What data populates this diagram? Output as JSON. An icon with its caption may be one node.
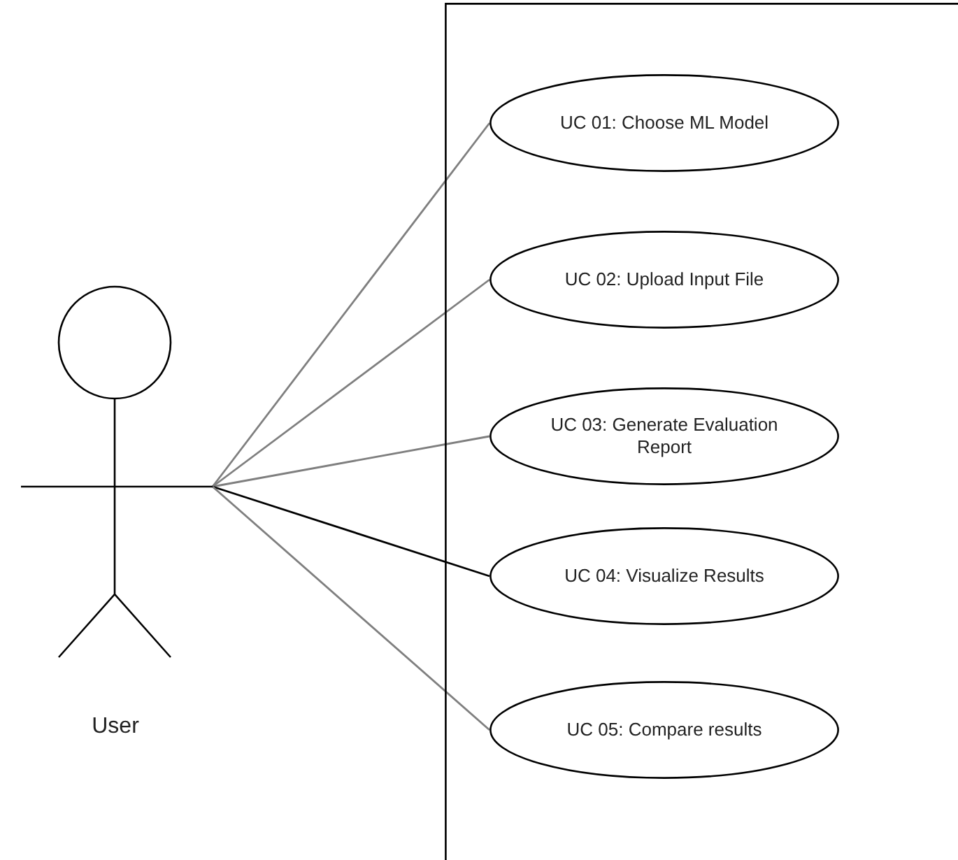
{
  "diagram": {
    "nodes": [
      {
        "text": [],
        "shape": "person",
        "beside": [
          "User"
        ]
      },
      {
        "text": [],
        "shape": "box"
      },
      {
        "text": [
          "UC 01: Choose ML Model"
        ],
        "in": 1
      },
      {
        "text": [
          "UC 02: Upload Input File"
        ],
        "in": 1
      },
      {
        "text": [
          "UC 03: Generate Evaluation Report"
        ],
        "in": 1
      },
      {
        "text": [
          "UC 04: Visualize Results"
        ],
        "in": 1
      },
      {
        "text": [
          "UC 05: Compare results"
        ],
        "in": 1
      }
    ],
    "edges": [
      {
        "from": 0,
        "to": 2,
        "arrow": "none"
      },
      {
        "from": 0,
        "to": 3,
        "arrow": "none"
      },
      {
        "from": 0,
        "to": 4,
        "arrow": "none"
      },
      {
        "from": 0,
        "to": 5,
        "arrow": "none",
        "color": "#000000"
      },
      {
        "from": 0,
        "to": 6,
        "arrow": "none"
      }
    ]
  }
}
